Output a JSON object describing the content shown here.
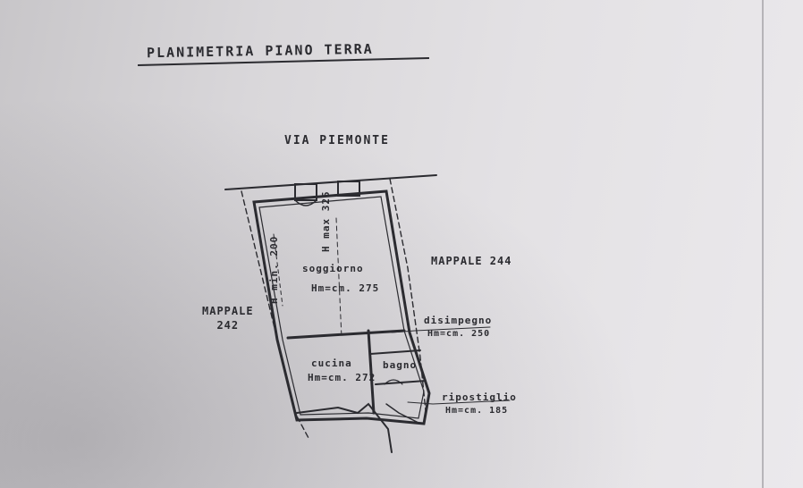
{
  "title": "PLANIMETRIA PIANO TERRA",
  "street": "VIA PIEMONTE",
  "neighbors": {
    "right": "MAPPALE 244",
    "left_line1": "MAPPALE",
    "left_line2": "242"
  },
  "rooms": {
    "soggiorno": {
      "name": "soggiorno",
      "height": "Hm=cm. 275"
    },
    "hmin": "H min. 200",
    "hmax": "H max 325",
    "cucina": {
      "name": "cucina",
      "height": "Hm=cm. 272"
    },
    "bagno": {
      "name": "bagno"
    },
    "disimpegno": {
      "name": "disimpegno",
      "height": "Hm=cm. 250"
    },
    "ripostiglio": {
      "name": "ripostiglio",
      "height": "Hm=cm. 185"
    }
  }
}
